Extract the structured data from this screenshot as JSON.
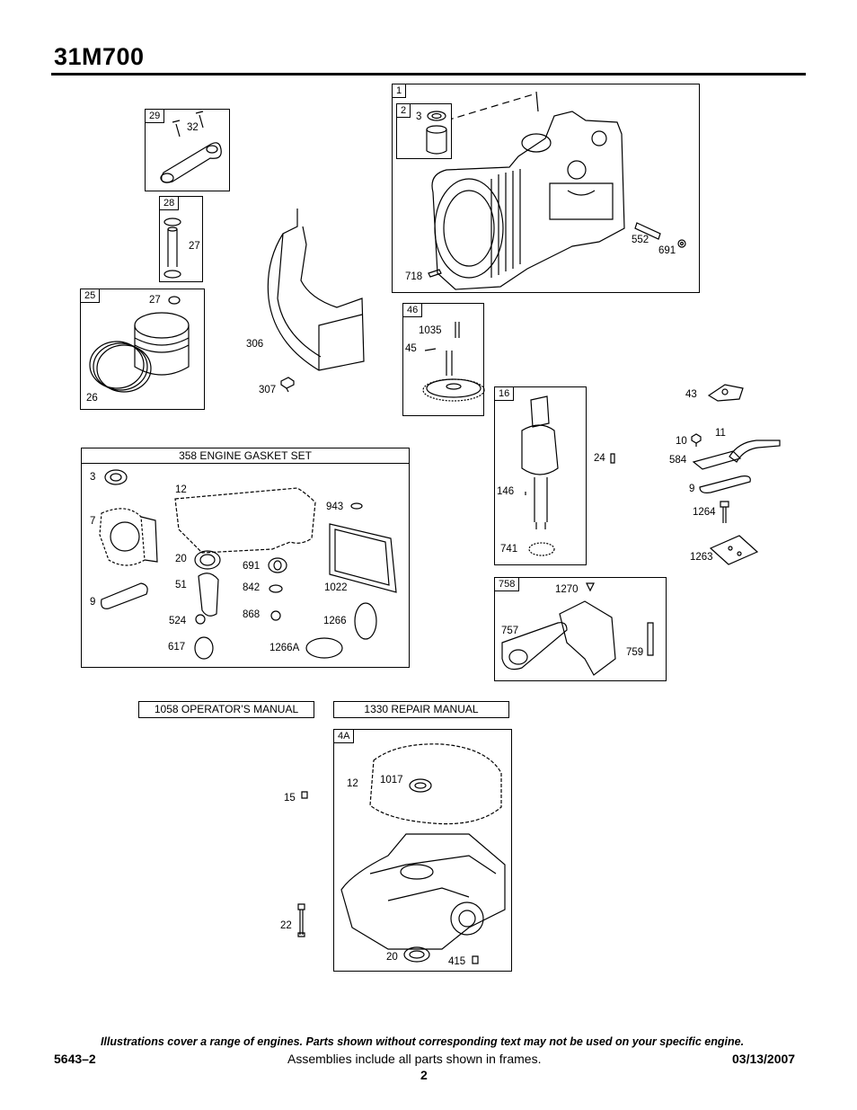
{
  "header": {
    "model": "31M700"
  },
  "frames": {
    "f1": {
      "tag": "1",
      "labels": {
        "l552": "552",
        "l691": "691",
        "l718": "718"
      }
    },
    "f2": {
      "tag": "2",
      "labels": {
        "l3": "3"
      }
    },
    "f29": {
      "tag": "29",
      "labels": {
        "l32": "32"
      }
    },
    "f28": {
      "tag": "28",
      "labels": {
        "l27": "27"
      }
    },
    "f25": {
      "tag": "25",
      "labels": {
        "l27": "27",
        "l26": "26"
      }
    },
    "f46": {
      "tag": "46",
      "labels": {
        "l1035": "1035",
        "l45": "45"
      }
    },
    "f16": {
      "tag": "16",
      "labels": {
        "l146": "146",
        "l741": "741"
      }
    },
    "f758": {
      "tag": "758",
      "labels": {
        "l1270": "1270",
        "l757": "757",
        "l759": "759"
      }
    },
    "f4a": {
      "tag": "4A",
      "labels": {
        "l12": "12",
        "l1017": "1017",
        "l20": "20",
        "l415": "415"
      }
    }
  },
  "gasket_set": {
    "header": "358 ENGINE GASKET SET",
    "labels": {
      "l3": "3",
      "l12": "12",
      "l943": "943",
      "l7": "7",
      "l20": "20",
      "l691": "691",
      "l51": "51",
      "l842": "842",
      "l1022": "1022",
      "l9": "9",
      "l868": "868",
      "l524": "524",
      "l1266": "1266",
      "l617": "617",
      "l1266a": "1266A"
    }
  },
  "loose": {
    "l306": "306",
    "l307": "307",
    "l24": "24",
    "l43": "43",
    "l10": "10",
    "l11": "11",
    "l584": "584",
    "l9": "9",
    "l1264": "1264",
    "l1263": "1263",
    "l15": "15",
    "l22": "22"
  },
  "manuals": {
    "operators": "1058 OPERATOR’S MANUAL",
    "repair": "1330 REPAIR MANUAL"
  },
  "footer": {
    "disclaimer": "Illustrations cover a range of engines. Parts shown without corresponding text may not be used on your specific engine.",
    "doc_number": "5643–2",
    "assemblies_note": "Assemblies include all parts shown in frames.",
    "date": "03/13/2007",
    "page": "2"
  }
}
